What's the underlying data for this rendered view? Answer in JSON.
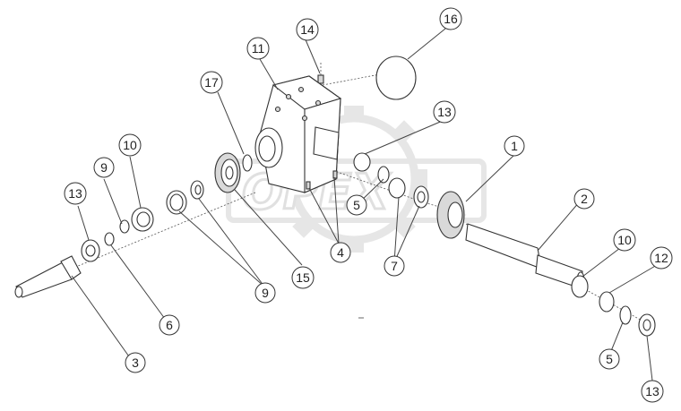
{
  "diagram": {
    "watermark_text": "OPEX",
    "callouts": [
      {
        "id": "c1",
        "label": "1"
      },
      {
        "id": "c2",
        "label": "2"
      },
      {
        "id": "c3",
        "label": "3"
      },
      {
        "id": "c4",
        "label": "4"
      },
      {
        "id": "c5a",
        "label": "5"
      },
      {
        "id": "c5b",
        "label": "5"
      },
      {
        "id": "c6",
        "label": "6"
      },
      {
        "id": "c7",
        "label": "7"
      },
      {
        "id": "c9a",
        "label": "9"
      },
      {
        "id": "c9b",
        "label": "9"
      },
      {
        "id": "c10a",
        "label": "10"
      },
      {
        "id": "c10b",
        "label": "10"
      },
      {
        "id": "c11",
        "label": "11"
      },
      {
        "id": "c12",
        "label": "12"
      },
      {
        "id": "c13a",
        "label": "13"
      },
      {
        "id": "c13b",
        "label": "13"
      },
      {
        "id": "c13c",
        "label": "13"
      },
      {
        "id": "c14",
        "label": "14"
      },
      {
        "id": "c15",
        "label": "15"
      },
      {
        "id": "c16",
        "label": "16"
      },
      {
        "id": "c17",
        "label": "17"
      }
    ]
  }
}
